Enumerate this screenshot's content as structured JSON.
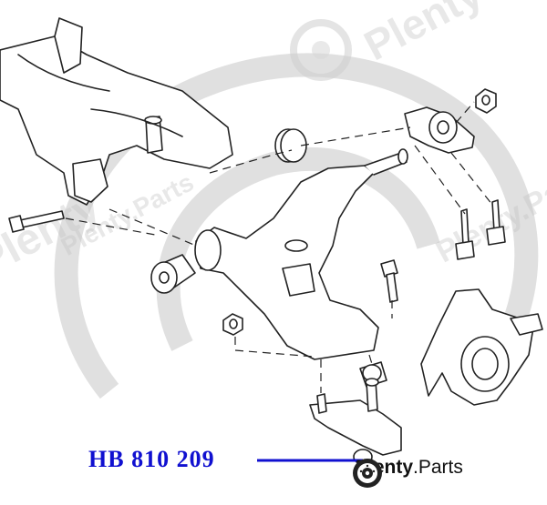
{
  "diagram": {
    "part_number": "HB 810 209",
    "brand": {
      "name": "Plenty",
      "suffix": ".Parts"
    },
    "watermark_text": "Plenty.Parts",
    "watermark_text_short": "Plenty",
    "colors": {
      "part_number": "#1010d0",
      "leader_line": "#1010d0",
      "line_art": "#222222",
      "watermark": "#cfcfcf"
    }
  }
}
